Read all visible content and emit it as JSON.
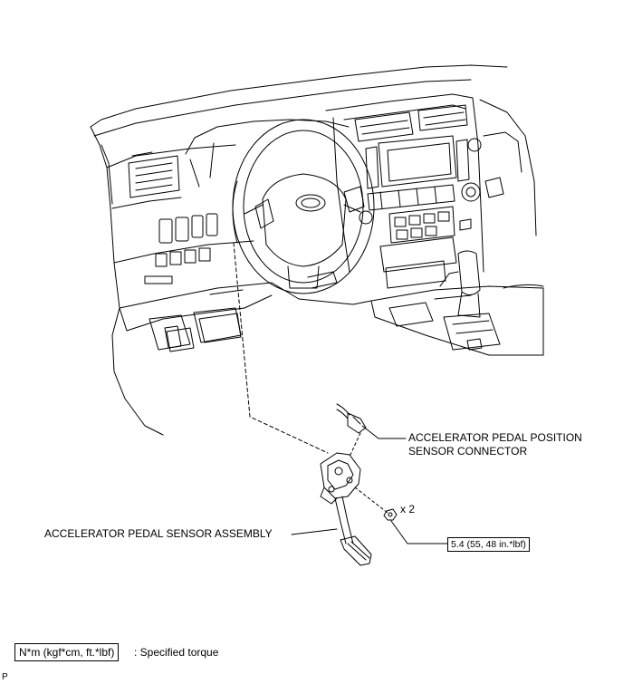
{
  "callouts": {
    "connector_line1": "ACCELERATOR PEDAL POSITION",
    "connector_line2": "SENSOR CONNECTOR",
    "assembly": "ACCELERATOR PEDAL SENSOR ASSEMBLY",
    "bolt_count": "x 2",
    "torque_value": "5.4 (55, 48 in.*lbf)"
  },
  "legend": {
    "unit_box": "N*m (kgf*cm, ft.*lbf)",
    "description": ": Specified torque"
  },
  "corner_mark": "P"
}
